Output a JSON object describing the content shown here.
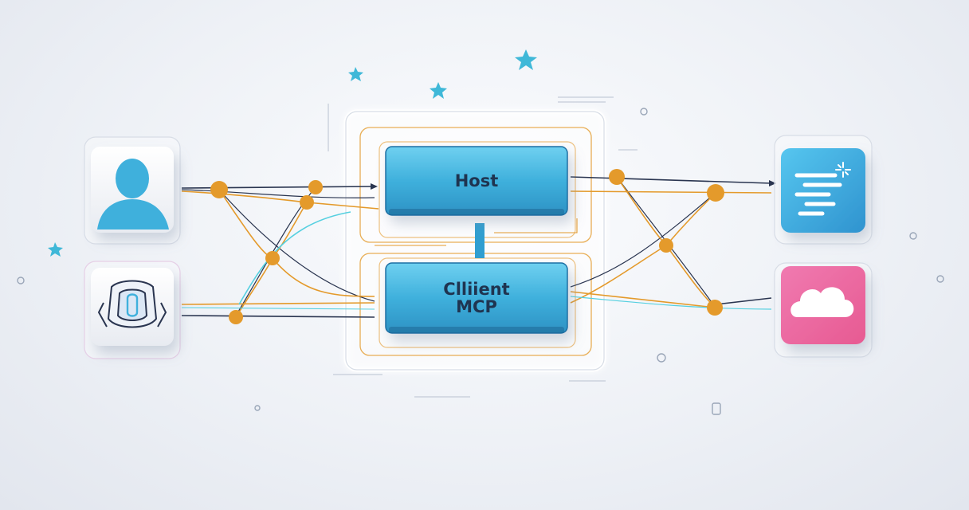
{
  "host": {
    "label": "Host"
  },
  "client": {
    "line1": "Clliient",
    "line2": "MCP"
  },
  "left_nodes": [
    {
      "icon": "user-icon"
    },
    {
      "icon": "shield-icon"
    }
  ],
  "right_nodes": [
    {
      "icon": "code-icon"
    },
    {
      "icon": "cloud-icon"
    }
  ],
  "colors": {
    "accent_blue": "#3fb0dc",
    "connector_orange": "#e49a2b",
    "line_navy": "#2a3550",
    "line_cyan": "#56d0e0",
    "cloud_pink": "#e86fa0"
  }
}
